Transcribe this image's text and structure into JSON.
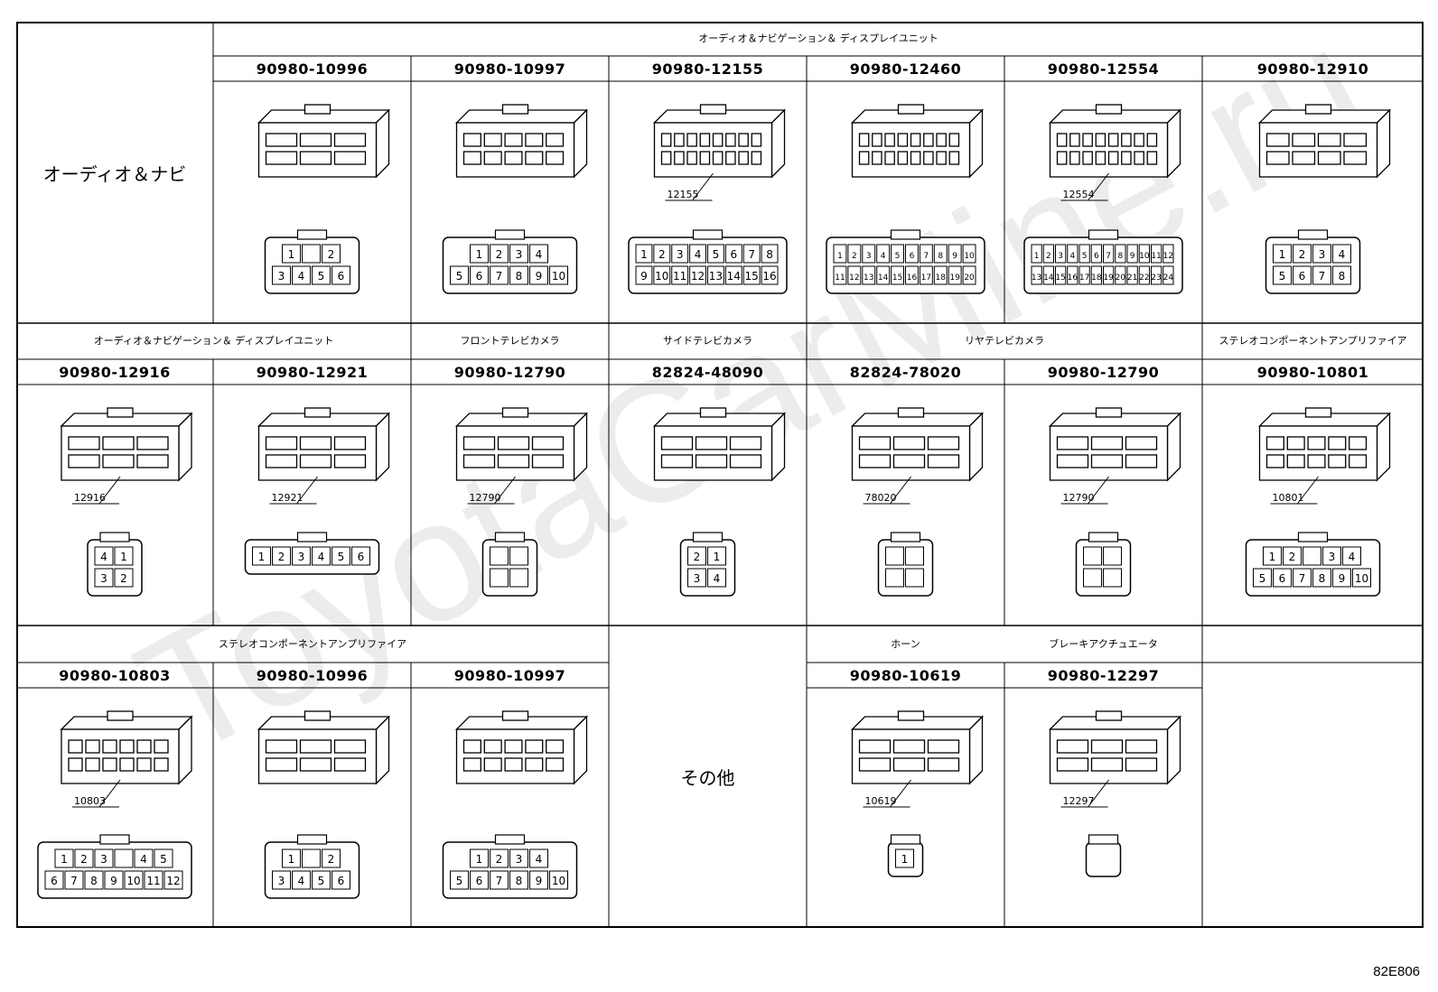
{
  "figure_id": "82E806",
  "watermark": "ToyotaCarMine.ru",
  "rows": [
    {
      "group_labels": [
        {
          "label": "オーディオ＆ナビ"
        },
        {
          "label": "オーディオ＆ナビゲーション＆ ディスプレイユニット"
        }
      ],
      "parts": [
        {
          "part_no": "90980-10996",
          "callout": "",
          "pins_top": [
            "1",
            "",
            "2"
          ],
          "pins_bottom": [
            "3",
            "4",
            "5",
            "6"
          ]
        },
        {
          "part_no": "90980-10997",
          "callout": "",
          "pins_top": [
            "1",
            "2",
            "3",
            "4"
          ],
          "pins_bottom": [
            "5",
            "6",
            "7",
            "8",
            "9",
            "10"
          ]
        },
        {
          "part_no": "90980-12155",
          "callout": "12155",
          "pins_top": [
            "1",
            "2",
            "3",
            "4",
            "5",
            "6",
            "7",
            "8"
          ],
          "pins_bottom": [
            "9",
            "10",
            "11",
            "12",
            "13",
            "14",
            "15",
            "16"
          ]
        },
        {
          "part_no": "90980-12460",
          "callout": "",
          "pins_top": [
            "1",
            "2",
            "3",
            "4",
            "5",
            "6",
            "7",
            "8",
            "9",
            "10"
          ],
          "pins_bottom": [
            "11",
            "12",
            "13",
            "14",
            "15",
            "16",
            "17",
            "18",
            "19",
            "20"
          ]
        },
        {
          "part_no": "90980-12554",
          "callout": "12554",
          "pins_top": [
            "1",
            "2",
            "3",
            "4",
            "5",
            "6",
            "7",
            "8",
            "9",
            "10",
            "11",
            "12"
          ],
          "pins_bottom": [
            "13",
            "14",
            "15",
            "16",
            "17",
            "18",
            "19",
            "20",
            "21",
            "22",
            "23",
            "24"
          ]
        },
        {
          "part_no": "90980-12910",
          "callout": "",
          "pins_top": [
            "1",
            "2",
            "3",
            "4"
          ],
          "pins_bottom": [
            "5",
            "6",
            "7",
            "8"
          ]
        }
      ]
    },
    {
      "group_labels": [
        {
          "label": "オーディオ＆ナビゲーション＆ ディスプレイユニット"
        },
        {
          "label": "フロントテレビカメラ"
        },
        {
          "label": "サイドテレビカメラ"
        },
        {
          "label": "リヤテレビカメラ"
        },
        {
          "label": "ステレオコンポーネントアンプリファイア"
        }
      ],
      "parts": [
        {
          "part_no": "90980-12916",
          "callout": "12916",
          "pins_top": [
            "4",
            "1"
          ],
          "pins_bottom": [
            "3",
            "2"
          ]
        },
        {
          "part_no": "90980-12921",
          "callout": "12921",
          "pins_top": [
            "1",
            "2",
            "3",
            "4",
            "5",
            "6"
          ],
          "pins_bottom": []
        },
        {
          "part_no": "90980-12790",
          "callout": "12790",
          "pins_top": [
            "",
            ""
          ],
          "pins_bottom": [
            "",
            ""
          ]
        },
        {
          "part_no": "82824-48090",
          "callout": "",
          "pins_top": [
            "2",
            "1"
          ],
          "pins_bottom": [
            "3",
            "4"
          ]
        },
        {
          "part_no": "82824-78020",
          "callout": "78020",
          "pins_top": [
            "",
            ""
          ],
          "pins_bottom": [
            "",
            ""
          ]
        },
        {
          "part_no": "90980-12790",
          "callout": "12790",
          "pins_top": [
            "",
            ""
          ],
          "pins_bottom": [
            "",
            ""
          ]
        },
        {
          "part_no": "90980-10801",
          "callout": "10801",
          "pins_top": [
            "1",
            "2",
            "",
            "3",
            "4"
          ],
          "pins_bottom": [
            "5",
            "6",
            "7",
            "8",
            "9",
            "10"
          ]
        }
      ]
    },
    {
      "group_labels": [
        {
          "label": "ステレオコンポーネントアンプリファイア"
        },
        {
          "label": "その他"
        },
        {
          "label": "ホーン"
        },
        {
          "label": "ブレーキアクチュエータ"
        }
      ],
      "parts": [
        {
          "part_no": "90980-10803",
          "callout": "10803",
          "pins_top": [
            "1",
            "2",
            "3",
            "",
            "4",
            "5"
          ],
          "pins_bottom": [
            "6",
            "7",
            "8",
            "9",
            "10",
            "11",
            "12"
          ]
        },
        {
          "part_no": "90980-10996",
          "callout": "",
          "pins_top": [
            "1",
            "",
            "2"
          ],
          "pins_bottom": [
            "3",
            "4",
            "5",
            "6"
          ]
        },
        {
          "part_no": "90980-10997",
          "callout": "",
          "pins_top": [
            "1",
            "2",
            "3",
            "4"
          ],
          "pins_bottom": [
            "5",
            "6",
            "7",
            "8",
            "9",
            "10"
          ]
        },
        {
          "part_no": "90980-10619",
          "callout": "10619",
          "pins_top": [
            "1"
          ],
          "pins_bottom": []
        },
        {
          "part_no": "90980-12297",
          "callout": "12297",
          "pins_top": [],
          "pins_bottom": []
        }
      ]
    }
  ]
}
